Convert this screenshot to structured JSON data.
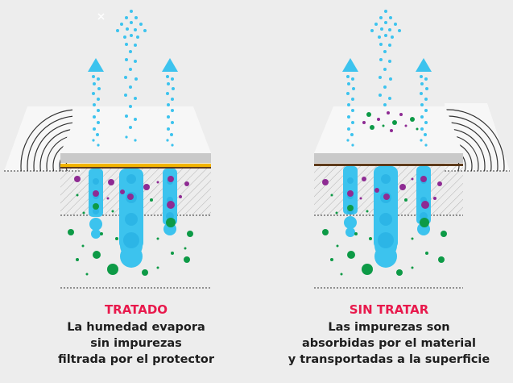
{
  "panels": [
    {
      "id": "treated",
      "title": "TRATADO",
      "lines": [
        "La humedad evapora",
        "sin impurezas",
        "filtrada por el protector"
      ]
    },
    {
      "id": "untreated",
      "title": "SIN TRATAR",
      "lines": [
        "Las impurezas son",
        "absorbidas por el material",
        "y transportadas a la superficie"
      ]
    }
  ],
  "colors": {
    "background": "#ededed",
    "accent_title": "#e8194c",
    "text": "#1e1e1e",
    "water": "#3cc3ee",
    "impurity_purple": "#8e2b93",
    "impurity_green": "#0d9a46",
    "slab_top": "#c7c7c7",
    "slab_front": "#f7f7f7",
    "protector_layer": "#f2b400",
    "substrate_layer": "#5d3a1a",
    "hatch": "#aaaaaa",
    "wood_grain": "#3a3a3a"
  }
}
